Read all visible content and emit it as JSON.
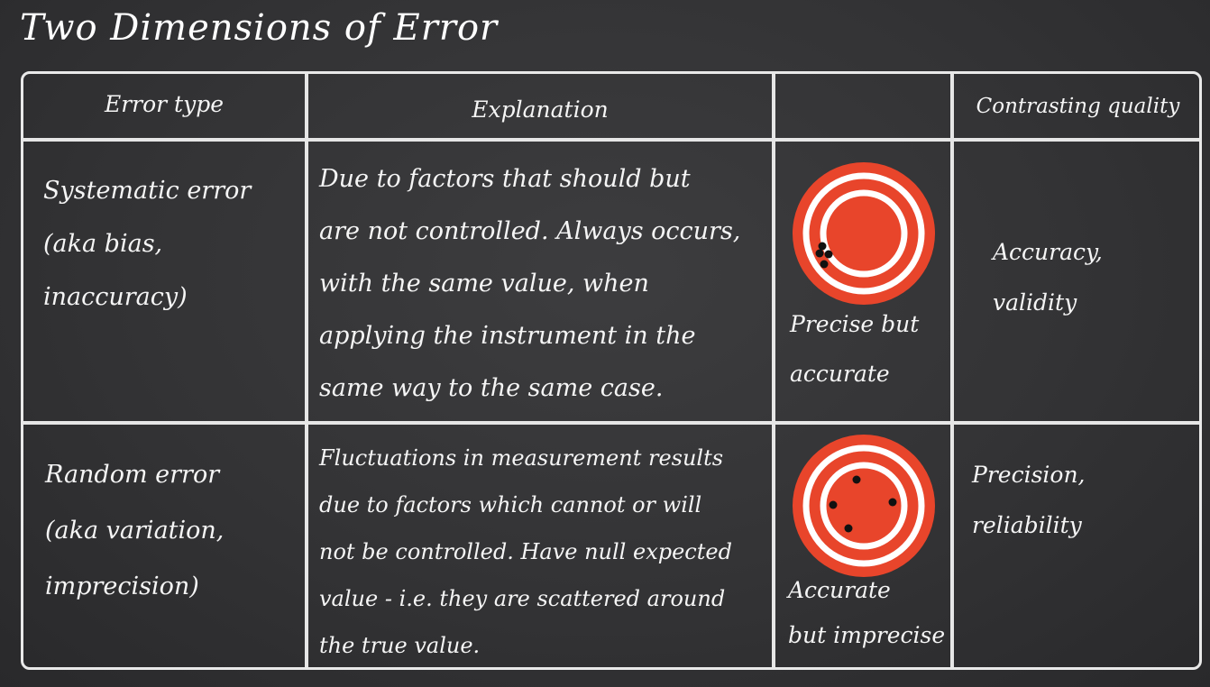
{
  "title": "Two Dimensions of Error",
  "headers": {
    "error_type": "Error type",
    "explanation": "Explanation",
    "illustration": "",
    "contrasting_quality": "Contrasting quality"
  },
  "rows": [
    {
      "error_type": [
        "Systematic error",
        "(aka bias,",
        "inaccuracy)"
      ],
      "explanation": [
        "Due to factors that should but",
        "are not controlled. Always occurs,",
        "with the same value, when",
        "applying the instrument in the",
        "same way to the same case."
      ],
      "caption": [
        "Precise but",
        "accurate"
      ],
      "quality": [
        "Accuracy,",
        "validity"
      ]
    },
    {
      "error_type": [
        "Random error",
        "(aka variation,",
        "imprecision)"
      ],
      "explanation": [
        "Fluctuations in measurement  results",
        "due to factors which cannot or will",
        "not be controlled. Have null expected",
        "value - i.e. they are scattered around",
        "the true value."
      ],
      "caption": [
        "Accurate",
        "but imprecise"
      ],
      "quality": [
        "Precision,",
        "reliability"
      ]
    }
  ],
  "colors": {
    "target_red": "#e8452b",
    "ring_white": "#ffffff",
    "dot": "#111111"
  }
}
